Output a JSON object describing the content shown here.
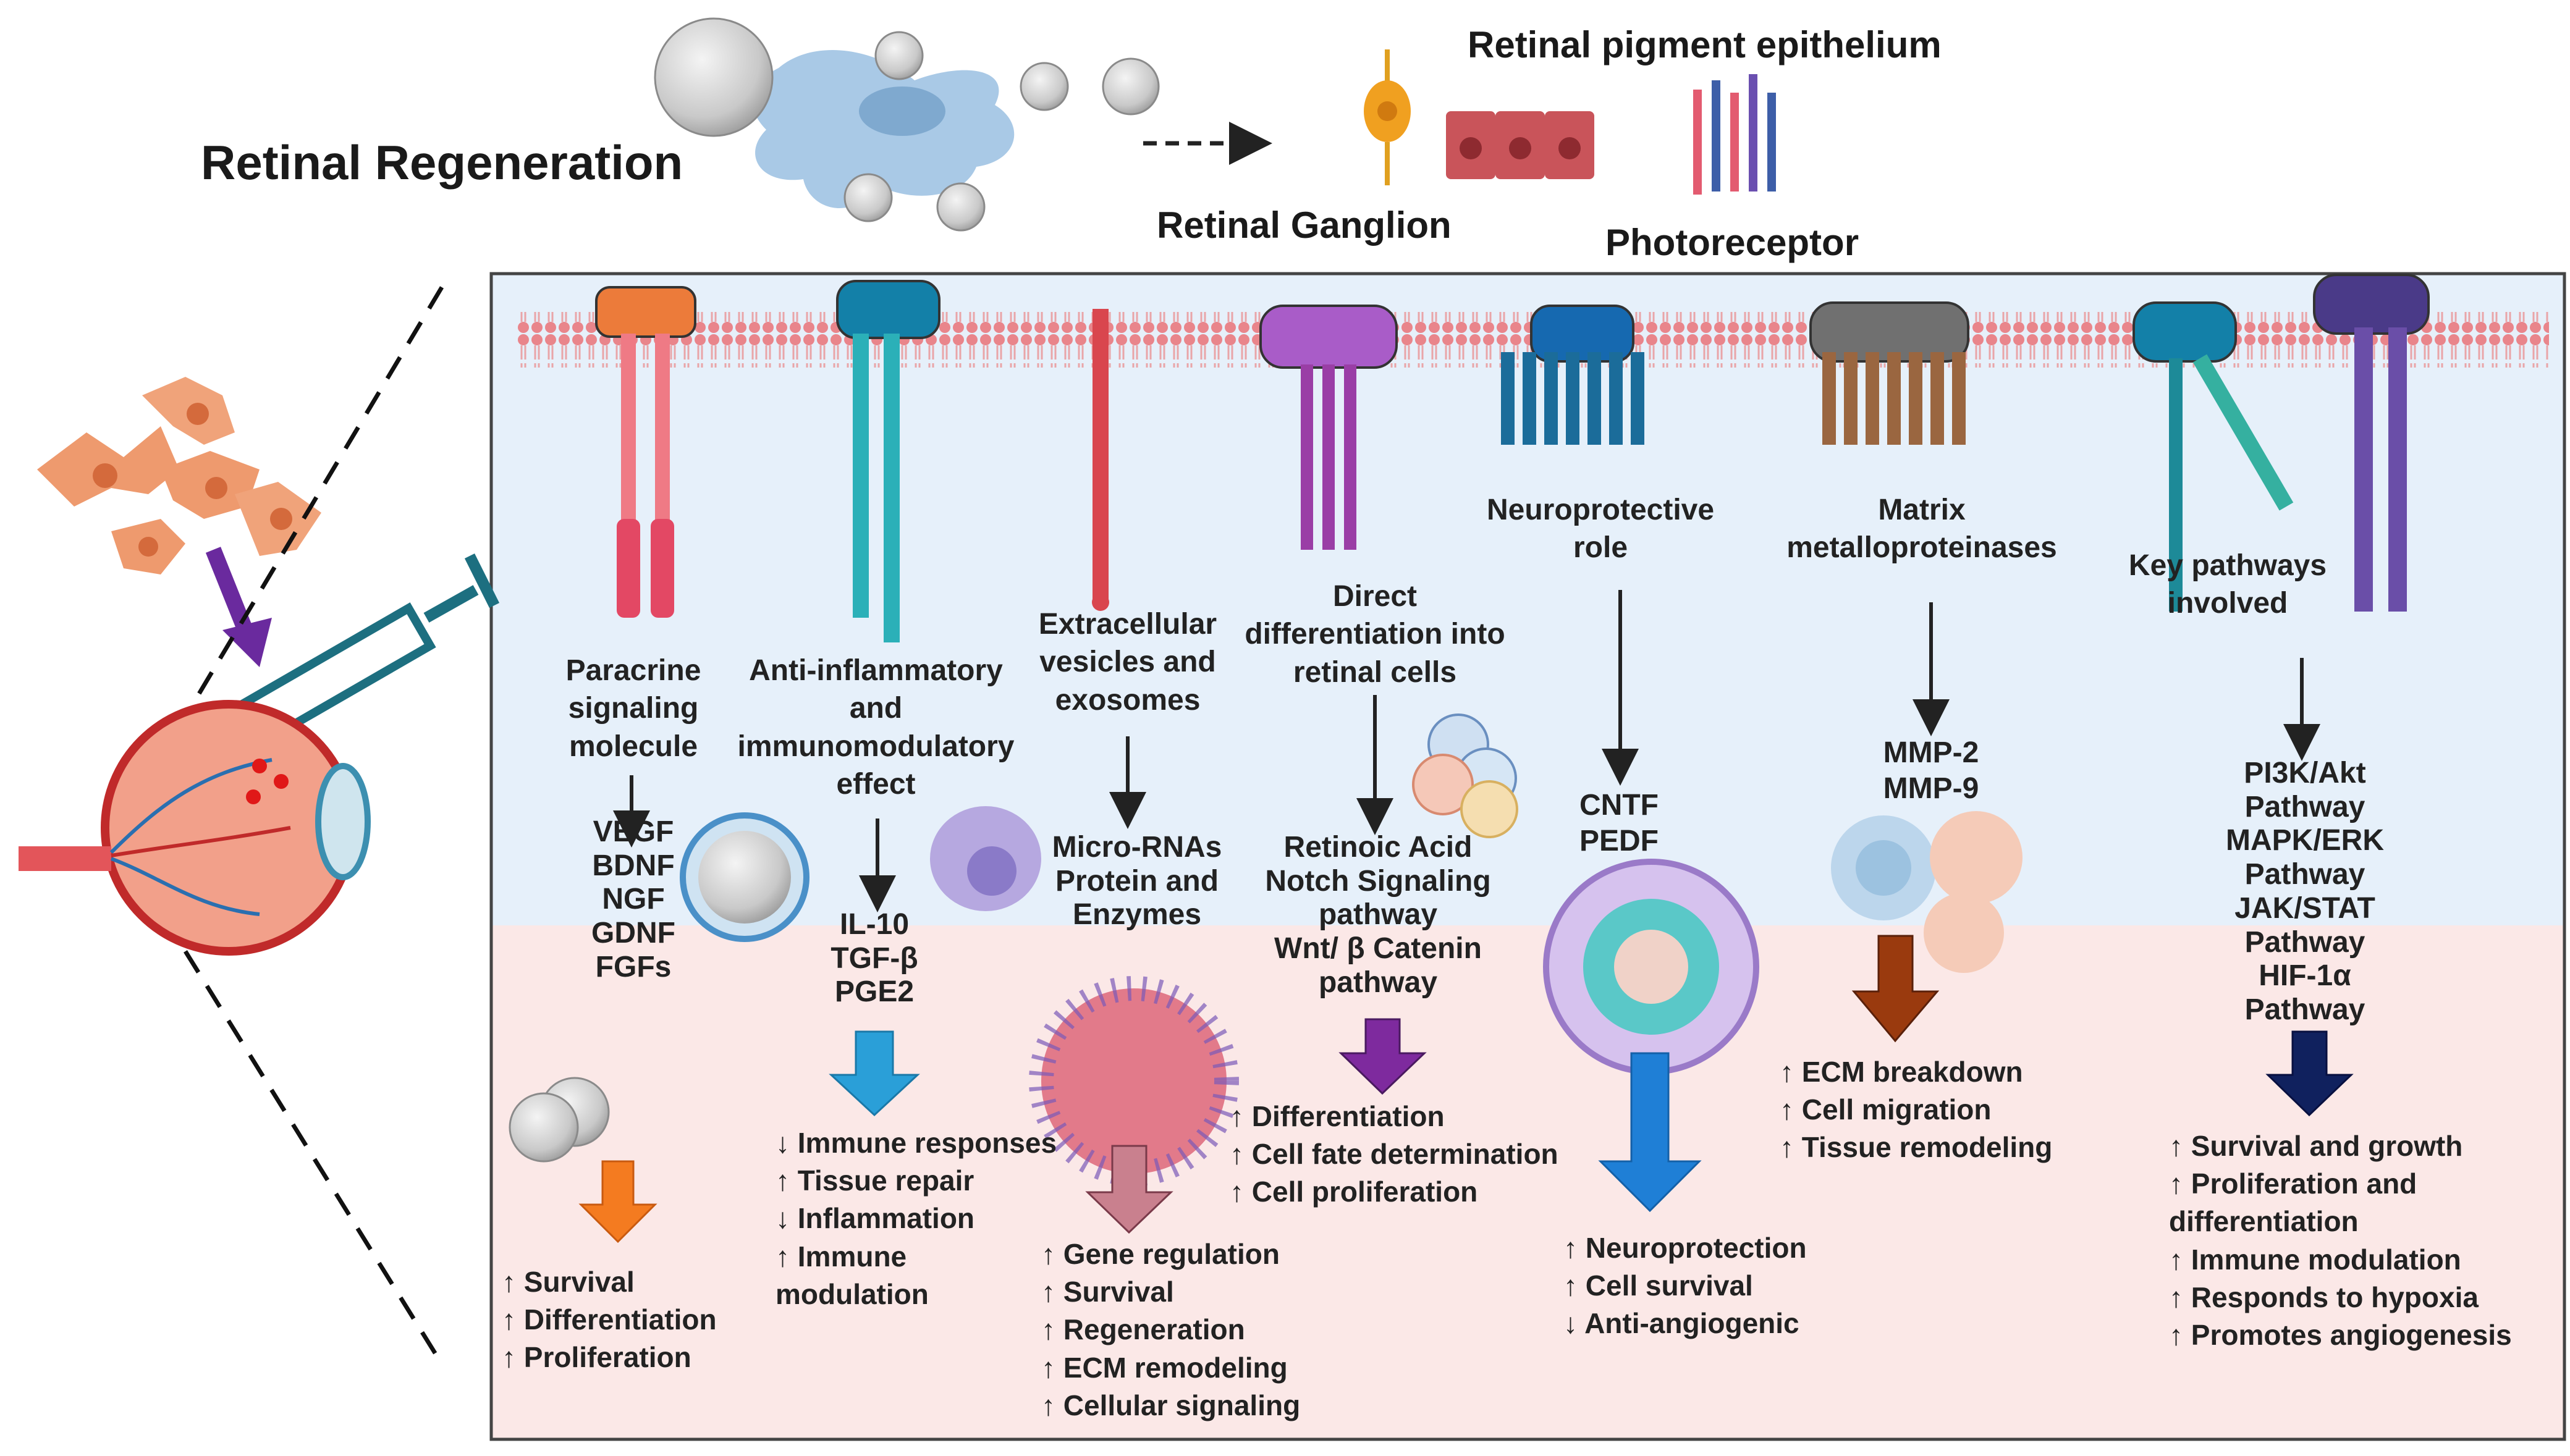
{
  "header": {
    "title": "Retinal Regeneration",
    "rpe_label": "Retinal pigment epithelium",
    "ganglion_label": "Retinal Ganglion",
    "photoreceptor_label": "Photoreceptor"
  },
  "colors": {
    "upper_panel": "#e6f0fa",
    "lower_panel": "#fbe8e7",
    "membrane": "#e88a8e"
  },
  "pathways": [
    {
      "id": "paracrine",
      "title": "Paracrine\nsignaling\nmolecule",
      "factors": "VEGF\nBDNF\nNGF\nGDNF\nFGFs",
      "effects": [
        "↑ Survival",
        "↑ Differentiation",
        "↑ Proliferation"
      ],
      "receptor_color": "#ec8a4e",
      "arrow_color": "#f47b20"
    },
    {
      "id": "anti-inflammatory",
      "title": "Anti-inflammatory\nand\nimmunomodulatory\neffect",
      "factors": "IL-10\nTGF-β\nPGE2",
      "effects": [
        "↓ Immune responses",
        "↑ Tissue repair",
        "↓ Inflammation",
        "↑ Immune",
        "modulation"
      ],
      "receptor_color": "#1a8fb0",
      "arrow_color": "#2a9fd8"
    },
    {
      "id": "extracellular-vesicles",
      "title": "Extracellular\nvesicles and\nexosomes",
      "factors": "Micro-RNAs\nProtein and\nEnzymes",
      "effects": [
        "↑ Gene regulation",
        "↑ Survival",
        "↑ Regeneration",
        "↑ ECM remodeling",
        "↑ Cellular signaling"
      ],
      "receptor_color": "#d9464e",
      "arrow_color": "#c9808e"
    },
    {
      "id": "direct-differentiation",
      "title": "Direct\ndifferentiation into\nretinal cells",
      "factors": "Retinoic Acid\nNotch Signaling\npathway\nWnt/ β Catenin\npathway",
      "effects": [
        "↑ Differentiation",
        "↑ Cell fate determination",
        "↑ Cell proliferation"
      ],
      "receptor_color": "#a05cc0",
      "arrow_color": "#7e2a9e"
    },
    {
      "id": "neuroprotective",
      "title": "Neuroprotective\nrole",
      "factors": "CNTF\nPEDF",
      "effects": [
        "↑ Neuroprotection",
        "↑ Cell survival",
        "↓ Anti-angiogenic"
      ],
      "receptor_color": "#1669b0",
      "arrow_color": "#1f7fd6"
    },
    {
      "id": "mmp",
      "title": "Matrix\nmetalloproteinases",
      "factors": "MMP-2\nMMP-9",
      "effects": [
        "↑ ECM breakdown",
        "↑ Cell migration",
        "↑ Tissue remodeling"
      ],
      "receptor_color": "#6e6e6e",
      "arrow_color": "#9a3a0e"
    },
    {
      "id": "key-pathways",
      "title": "Key pathways\ninvolved",
      "factors": "PI3K/Akt\nPathway\nMAPK/ERK\nPathway\nJAK/STAT\nPathway\nHIF-1α Pathway",
      "effects": [
        "↑ Survival and growth",
        "↑ Proliferation and",
        "differentiation",
        "↑ Immune modulation",
        "↑ Responds to hypoxia",
        "↑ Promotes angiogenesis"
      ],
      "receptor_color": "#5a4898",
      "arrow_color": "#10215e"
    }
  ]
}
